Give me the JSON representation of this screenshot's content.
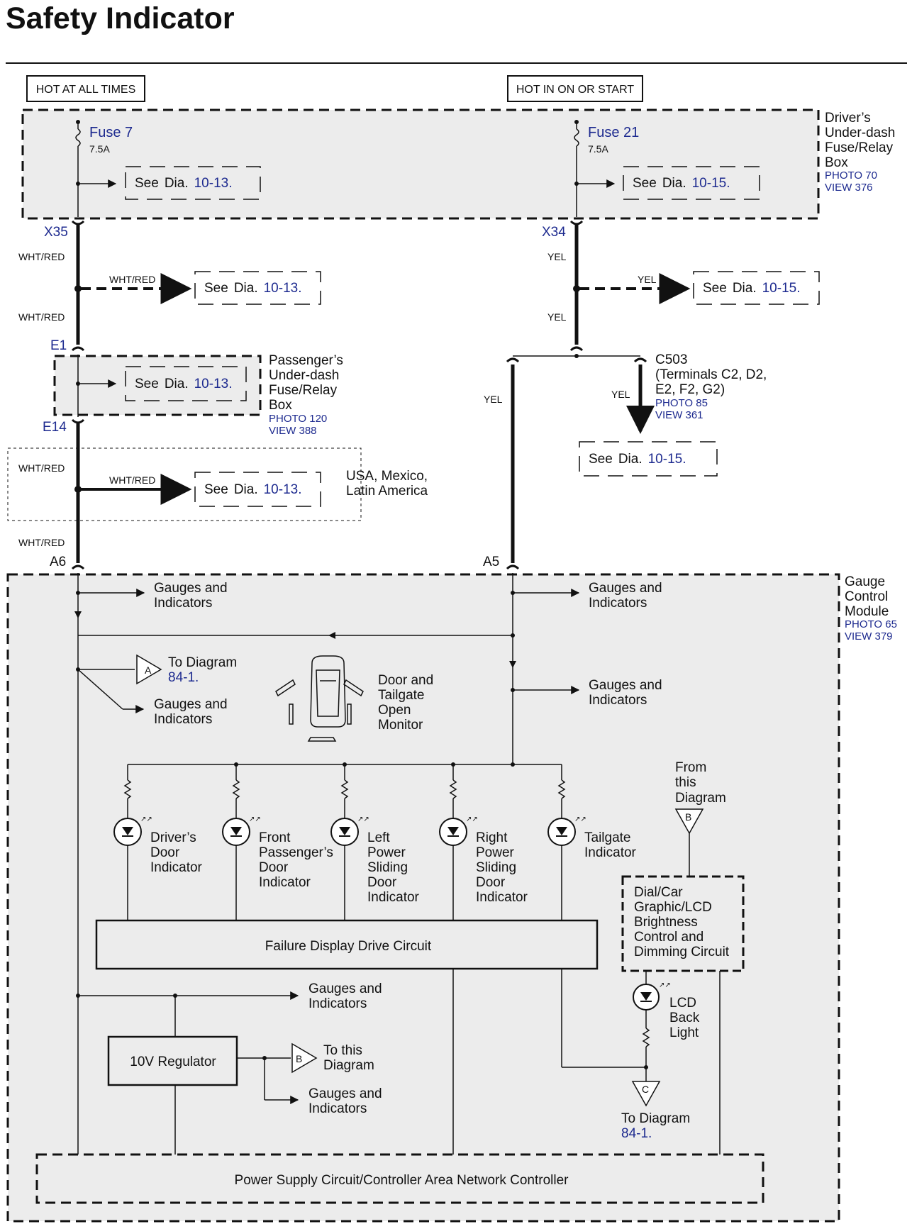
{
  "title": "Safety Indicator",
  "power": {
    "hot_all_times": "HOT AT ALL TIMES",
    "hot_on_start": "HOT IN ON OR START"
  },
  "fuses": {
    "fuse7": {
      "name": "Fuse 7",
      "rating": "7.5A"
    },
    "fuse21": {
      "name": "Fuse 21",
      "rating": "7.5A"
    }
  },
  "boxes": {
    "driver_box": {
      "l1": "Driver’s",
      "l2": "Under-dash",
      "l3": "Fuse/Relay",
      "l4": "Box",
      "photo": "PHOTO 70",
      "view": "VIEW 376"
    },
    "passenger_box": {
      "l1": "Passenger’s",
      "l2": "Under-dash",
      "l3": "Fuse/Relay",
      "l4": "Box",
      "photo": "PHOTO 120",
      "view": "VIEW 388"
    },
    "gauge_module": {
      "l1": "Gauge",
      "l2": "Control",
      "l3": "Module",
      "photo": "PHOTO 65",
      "view": "VIEW 379"
    }
  },
  "see_dia": {
    "prefix": "See",
    "mid": "Dia.",
    "ref1013": "10-13.",
    "ref1015": "10-15."
  },
  "connectors": {
    "x35": "X35",
    "x34": "X34",
    "e1": "E1",
    "e14": "E14",
    "a6": "A6",
    "a5": "A5",
    "c503": "C503",
    "c503_t1": "(Terminals C2, D2,",
    "c503_t2": "E2, F2, G2)",
    "c503_photo": "PHOTO 85",
    "c503_view": "VIEW 361"
  },
  "wires": {
    "whtred": "WHT/RED",
    "yel": "YEL"
  },
  "region": {
    "l1": "USA, Mexico,",
    "l2": "Latin America"
  },
  "labels": {
    "gauges": "Gauges and",
    "indicators": "Indicators",
    "to_diagram": "To Diagram",
    "diag_841": "84-1.",
    "to_this": "To this",
    "diagram": "Diagram",
    "from": "From",
    "this": "this",
    "door_monitor": {
      "l1": "Door and",
      "l2": "Tailgate",
      "l3": "Open",
      "l4": "Monitor"
    },
    "dial": {
      "l1": "Dial/Car",
      "l2": "Graphic/LCD",
      "l3": "Brightness",
      "l4": "Control and",
      "l5": "Dimming Circuit"
    },
    "lcd": {
      "l1": "LCD",
      "l2": "Back",
      "l3": "Light"
    },
    "failure_circuit": "Failure Display Drive Circuit",
    "regulator": "10V Regulator",
    "power_supply": "Power Supply Circuit/Controller Area Network Controller",
    "tri_a": "A",
    "tri_b": "B",
    "tri_c": "C"
  },
  "indicators": [
    {
      "l1": "Driver’s",
      "l2": "Door",
      "l3": "Indicator",
      "l4": "",
      "l5": ""
    },
    {
      "l1": "Front",
      "l2": "Passenger’s",
      "l3": "Door",
      "l4": "Indicator",
      "l5": ""
    },
    {
      "l1": "Left",
      "l2": "Power",
      "l3": "Sliding",
      "l4": "Door",
      "l5": "Indicator"
    },
    {
      "l1": "Right",
      "l2": "Power",
      "l3": "Sliding",
      "l4": "Door",
      "l5": "Indicator"
    },
    {
      "l1": "Tailgate",
      "l2": "Indicator",
      "l3": "",
      "l4": "",
      "l5": ""
    }
  ],
  "colors": {
    "ink": "#111111",
    "link_blue": "#1d2a8f",
    "module_fill": "#ececec"
  }
}
